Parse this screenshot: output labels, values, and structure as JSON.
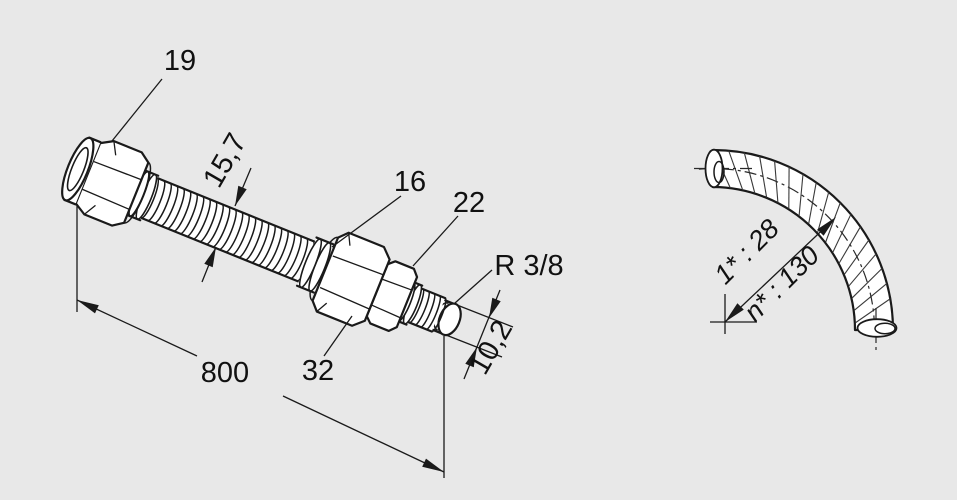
{
  "figure": {
    "background_color": "#e8e8e8",
    "line_color": "#1a1a1a",
    "part_fill_color": "#ffffff"
  },
  "main_view": {
    "labels": {
      "union_nut_wrench_size": "19",
      "hose_outer_diameter": "15,7",
      "collar": "16",
      "hex_small_size": "22",
      "thread_designation": "R 3/8",
      "hex_large_size": "32",
      "overall_length": "800",
      "thread_tip_diameter": "10,2"
    }
  },
  "bend_view": {
    "labels": {
      "single_bend_radius": "1* : 28",
      "repeated_bend_radius": "n* : 130"
    }
  }
}
